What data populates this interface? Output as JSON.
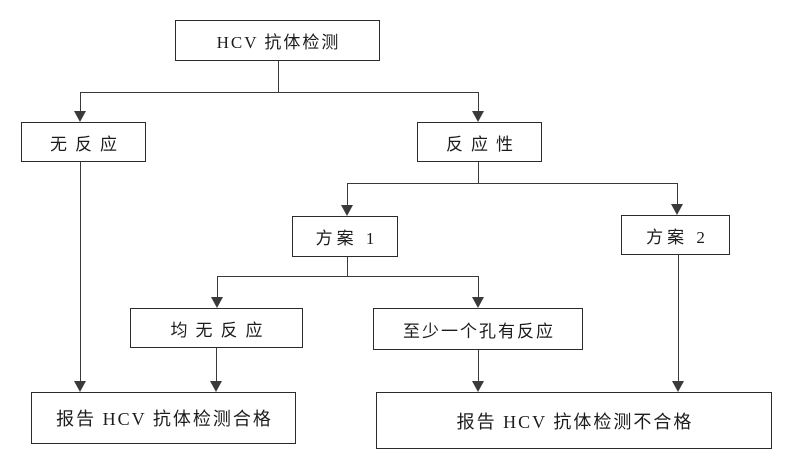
{
  "diagram": {
    "type": "flowchart",
    "nodes": {
      "root": {
        "label": "HCV 抗体检测"
      },
      "nonreactive": {
        "label": "无反应"
      },
      "reactive": {
        "label": "反应性"
      },
      "plan1": {
        "label": "方案 1"
      },
      "plan2": {
        "label": "方案 2"
      },
      "all_nonreactive": {
        "label": "均无反应"
      },
      "at_least_one_reactive": {
        "label": "至少一个孔有反应"
      },
      "report_pass": {
        "label": "报告 HCV 抗体检测合格"
      },
      "report_fail": {
        "label": "报告 HCV 抗体检测不合格"
      }
    },
    "edges": [
      {
        "from": "root",
        "to": "nonreactive"
      },
      {
        "from": "root",
        "to": "reactive"
      },
      {
        "from": "reactive",
        "to": "plan1"
      },
      {
        "from": "reactive",
        "to": "plan2"
      },
      {
        "from": "plan1",
        "to": "all_nonreactive"
      },
      {
        "from": "plan1",
        "to": "at_least_one_reactive"
      },
      {
        "from": "nonreactive",
        "to": "report_pass"
      },
      {
        "from": "all_nonreactive",
        "to": "report_pass"
      },
      {
        "from": "at_least_one_reactive",
        "to": "report_fail"
      },
      {
        "from": "plan2",
        "to": "report_fail"
      }
    ],
    "colors": {
      "background": "#ffffff",
      "line": "#3a3a3a",
      "border": "#2b2b2b",
      "text": "#1c1c1c"
    }
  }
}
